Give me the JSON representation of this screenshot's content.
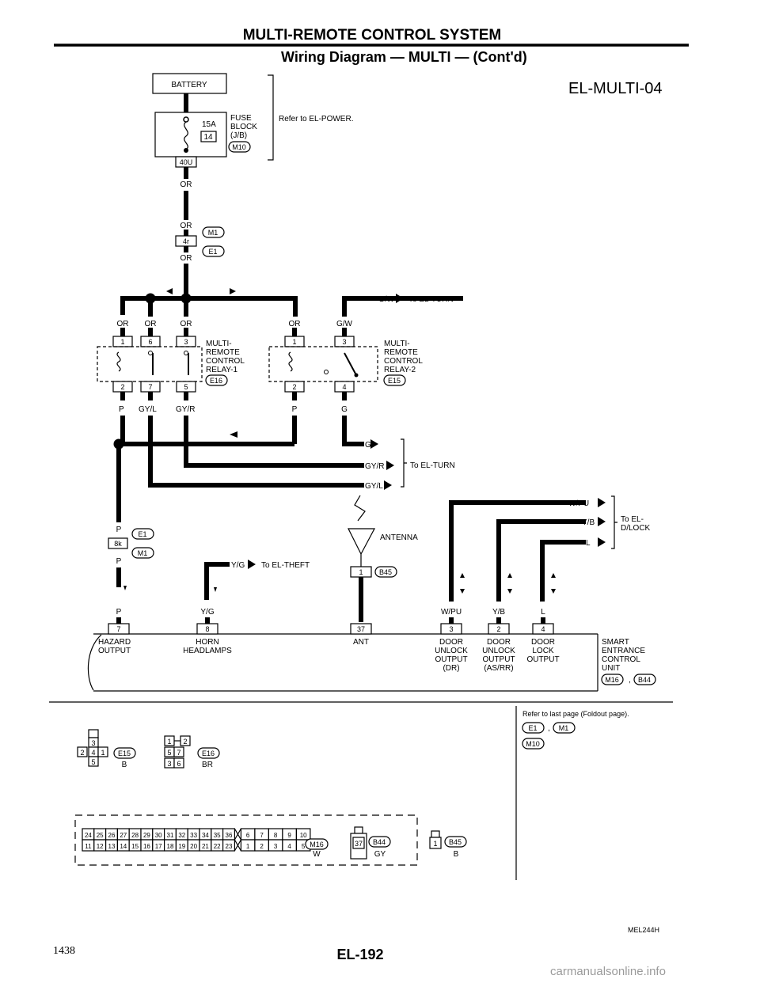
{
  "header": {
    "title": "MULTI-REMOTE CONTROL SYSTEM",
    "subtitle": "Wiring Diagram — MULTI — (Cont'd)",
    "diagram_code": "EL-MULTI-04"
  },
  "power": {
    "battery": "BATTERY",
    "fuse_amp": "15A",
    "fuse_no": "14",
    "fuse_block": "FUSE",
    "fuse_block2": "BLOCK",
    "fuse_block3": "(J/B)",
    "fuse_conn": "M10",
    "terminal": "40U",
    "refer": "Refer to EL-POWER."
  },
  "wires": {
    "or": "OR",
    "gw": "G/W",
    "p": "P",
    "gyl": "GY/L",
    "gyr": "GY/R",
    "g": "G",
    "wpu": "W/PU",
    "yb": "Y/B",
    "l": "L",
    "yg": "Y/G"
  },
  "connectors": {
    "m1": "M1",
    "e1": "E1",
    "e16": "E16",
    "e15": "E15",
    "b45": "B45",
    "m16": "M16",
    "b44": "B44",
    "m10": "M10",
    "t4r": "4r",
    "t8k": "8k",
    "t1": "1",
    "t2": "2",
    "t3": "3",
    "t4": "4",
    "t5": "5",
    "t6": "6",
    "t7": "7",
    "t8": "8",
    "t37": "37"
  },
  "relay1": {
    "l1": "MULTI-",
    "l2": "REMOTE",
    "l3": "CONTROL",
    "l4": "RELAY-1"
  },
  "relay2": {
    "l1": "MULTI-",
    "l2": "REMOTE",
    "l3": "CONTROL",
    "l4": "RELAY-2"
  },
  "dest": {
    "turn": "To EL-TURN",
    "theft": "To EL-THEFT",
    "dlock1": "To EL-",
    "dlock2": "D/LOCK"
  },
  "antenna": "ANTENNA",
  "unit": {
    "hazard1": "HAZARD",
    "hazard2": "OUTPUT",
    "horn1": "HORN",
    "horn2": "HEADLAMPS",
    "ant": "ANT",
    "dr1": "DOOR",
    "dr2": "UNLOCK",
    "dr3": "OUTPUT",
    "dr4": "(DR)",
    "as1": "DOOR",
    "as2": "UNLOCK",
    "as3": "OUTPUT",
    "as4": "(AS/RR)",
    "lk1": "DOOR",
    "lk2": "LOCK",
    "lk3": "OUTPUT",
    "name1": "SMART",
    "name2": "ENTRANCE",
    "name3": "CONTROL",
    "name4": "UNIT"
  },
  "legend": {
    "refer": "Refer to last page (Foldout page).",
    "e15_color": "B",
    "e16_color": "BR",
    "m16_color": "W",
    "b44_color": "GY",
    "b45_color": "B",
    "m16_top": [
      "24",
      "25",
      "26",
      "27",
      "28",
      "29",
      "30",
      "31",
      "32",
      "33",
      "34",
      "35",
      "36"
    ],
    "m16_bot": [
      "11",
      "12",
      "13",
      "14",
      "15",
      "16",
      "17",
      "18",
      "19",
      "20",
      "21",
      "22",
      "23"
    ],
    "m16_top2": [
      "6",
      "7",
      "8",
      "9",
      "10"
    ],
    "m16_bot2": [
      "1",
      "2",
      "3",
      "4",
      "5"
    ]
  },
  "footer": {
    "page_number": "1438",
    "page_code": "EL-192",
    "ref": "MEL244H",
    "watermark": "carmanualsonline.info"
  }
}
